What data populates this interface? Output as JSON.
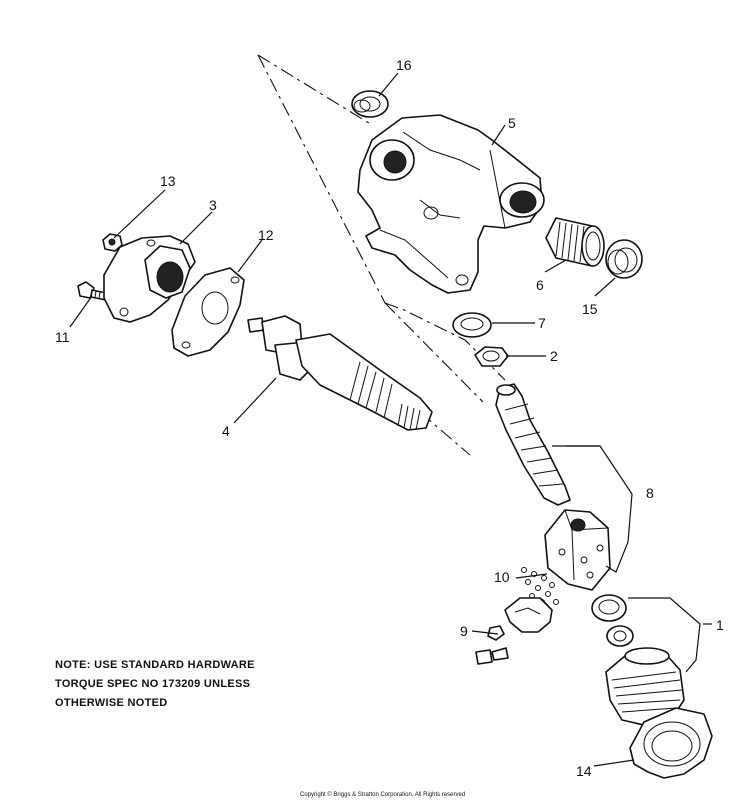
{
  "part_numbers": {
    "p1": "1",
    "p2": "2",
    "p3": "3",
    "p4": "4",
    "p5": "5",
    "p6": "6",
    "p7": "7",
    "p8": "8",
    "p9": "9",
    "p10": "10",
    "p11": "11",
    "p12": "12",
    "p13": "13",
    "p14": "14",
    "p15": "15",
    "p16": "16"
  },
  "note": {
    "line1": "NOTE: USE STANDARD HARDWARE",
    "line2": "TORQUE SPEC NO 173209 UNLESS",
    "line3": "OTHERWISE NOTED"
  },
  "copyright": "Copyright © Briggs & Stratton Corporation. All Rights reserved"
}
